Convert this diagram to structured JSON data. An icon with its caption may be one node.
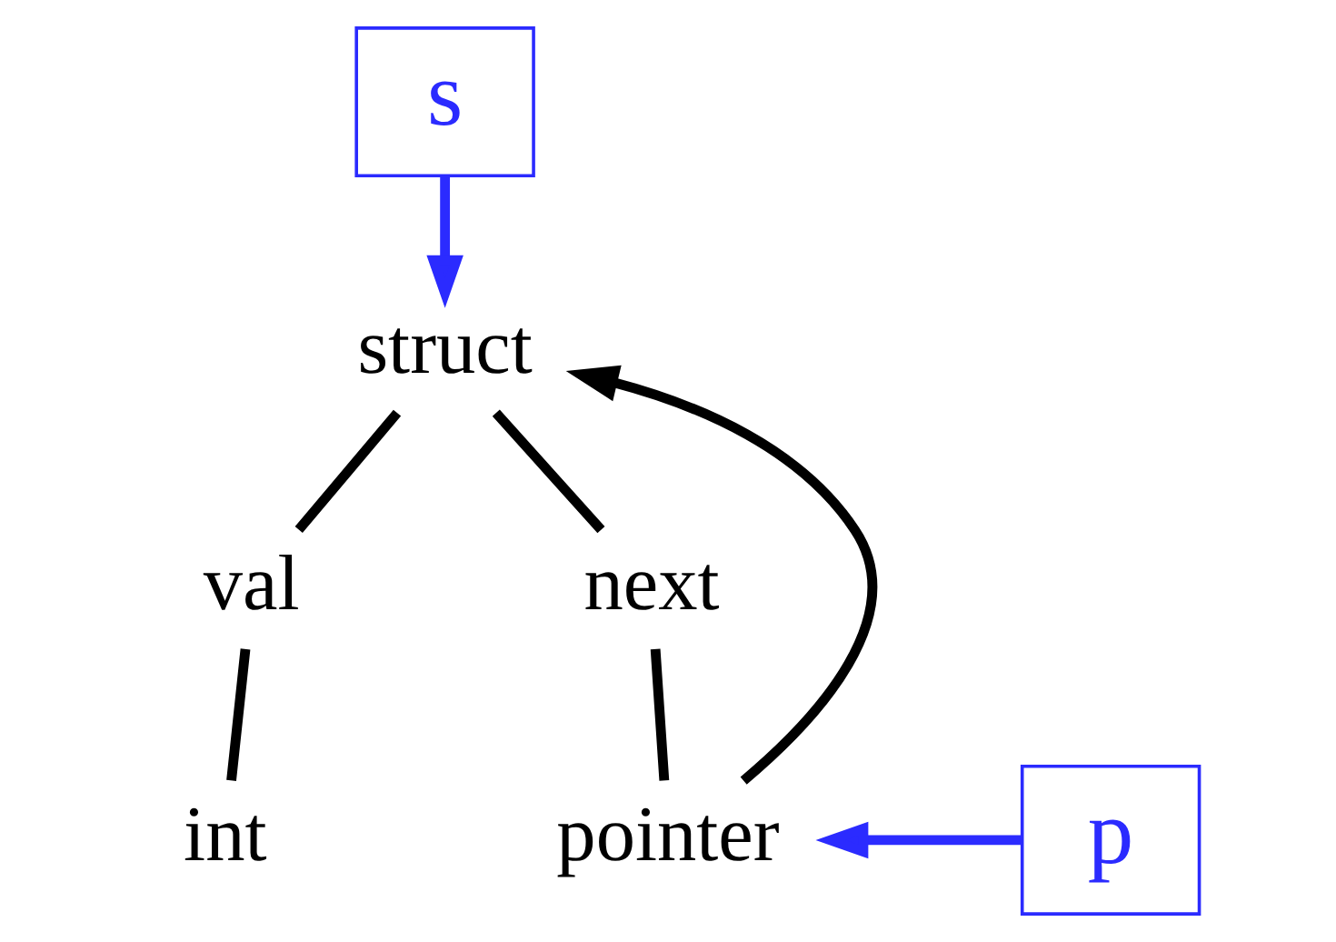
{
  "diagram": {
    "nodes": [
      {
        "text": [
          "s"
        ]
      },
      {
        "text": [
          "struct"
        ]
      },
      {
        "text": [
          "val"
        ]
      },
      {
        "text": [
          "next"
        ]
      },
      {
        "text": [
          "int"
        ]
      },
      {
        "text": [
          "pointer"
        ]
      },
      {
        "text": [
          "p"
        ]
      }
    ],
    "edges": [
      {
        "from": 0,
        "to": 1,
        "arrow": "to",
        "color": "#2b2bff"
      },
      {
        "from": 1,
        "to": 2,
        "arrow": "none"
      },
      {
        "from": 1,
        "to": 3,
        "arrow": "none"
      },
      {
        "from": 2,
        "to": 4,
        "arrow": "none"
      },
      {
        "from": 3,
        "to": 5,
        "arrow": "none"
      },
      {
        "from": 5,
        "to": 1,
        "arrow": "to"
      },
      {
        "from": 6,
        "to": 5,
        "arrow": "to",
        "color": "#2b2bff"
      }
    ]
  }
}
